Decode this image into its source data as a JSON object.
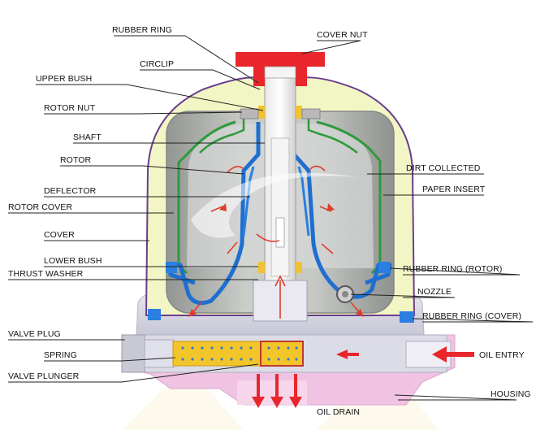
{
  "labels": {
    "rubber_ring": "RUBBER RING",
    "cover_nut": "COVER NUT",
    "circlip": "CIRCLIP",
    "upper_bush": "UPPER BUSH",
    "rotor_nut": "ROTOR NUT",
    "shaft": "SHAFT",
    "rotor": "ROTOR",
    "deflector": "DEFLECTOR",
    "rotor_cover": "ROTOR COVER",
    "cover": "COVER",
    "lower_bush": "LOWER BUSH",
    "thrust_washer": "THRUST WASHER",
    "dirt_collected": "DIRT COLLECTED",
    "paper_insert": "PAPER INSERT",
    "rubber_ring_rotor": "RUBBER RING (ROTOR)",
    "nozzle": "NOZZLE",
    "rubber_ring_cover": "RUBBER RING (COVER)",
    "valve_plug": "VALVE PLUG",
    "spring": "SPRING",
    "valve_plunger": "VALVE PLUNGER",
    "oil_entry": "OIL ENTRY",
    "housing": "HOUSING",
    "oil_drain": "OIL DRAIN"
  },
  "colors": {
    "cover_outline": "#6a3d8f",
    "cover_fill": "#f3f7c6",
    "rotor_cover_fill": "#a9acab",
    "rotor_blue": "#1f6fd1",
    "paper_green": "#2f9a3a",
    "cover_nut_red": "#e8262b",
    "flow_red": "#e03c2a",
    "housing_pink": "#f0bfe0",
    "base_grey": "#d9d9e3",
    "spring_yellow": "#f0c419"
  }
}
